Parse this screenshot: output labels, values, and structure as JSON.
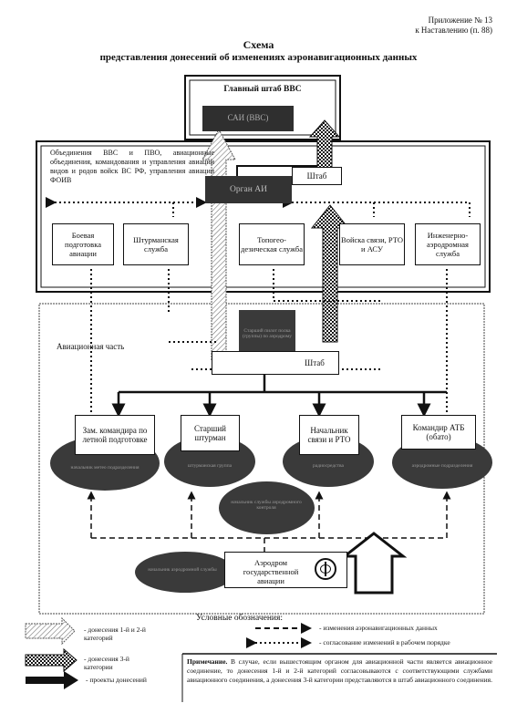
{
  "header": {
    "appendix": "Приложение № 13",
    "appendix_ref": "к Наставлению (п. 88)",
    "title": "Схема",
    "subtitle": "представления донесений об изменениях аэронавигационных данных"
  },
  "nodes": {
    "main_hq": "Главный штаб ВВС",
    "sai": "САИ (ВВС)",
    "assoc_text": "Объединения ВВС и ПВО, авиационные объединения, командования и управления авиации видов и родов войск ВС РФ, управления авиации ФОИВ",
    "organ_ai": "Орган АИ",
    "shtab_top": "Штаб",
    "combat": "Боевая подготовка авиации",
    "navigator_service": "Штурманская служба",
    "topo": "Топогео-дезическая служба",
    "signal_troops": "Войска связи, РТО и АСУ",
    "engineering": "Инженерно-аэродромная служба",
    "aviation_unit": "Авиационная часть",
    "senior_pilot_dark": "Старший пилот полка (группы) по аэродрому",
    "shtab_mid": "Штаб",
    "deputy": "Зам. командира по летной подготовке",
    "senior_nav": "Старший штурман",
    "chief_signal": "Начальник связи и РТО",
    "commander_atb": "Командир АТБ (обато)",
    "deputy_sub": "начальник метео подразделения",
    "nav_sub": "штурманская группа",
    "signal_sub": "радиосредства",
    "atb_sub": "аэродромные подразделения",
    "middle_oval": "начальник службы аэродромного контроля",
    "airfield_left": "начальник аэродромной службы",
    "airfield": "Аэродром государственной авиации"
  },
  "legend": {
    "title": "Условные обозначения:",
    "reports12": "- донесения 1-й и 2-й категорий",
    "reports3": "- донесения 3-й категории",
    "drafts": "- проекты донесений",
    "changes": "- изменения аэронавигационных данных",
    "coordination": "- согласование изменений в рабочем порядке"
  },
  "note": {
    "label": "Примечание.",
    "text": "В случае, если вышестоящим органом для авиационной части является авиационное соединение, то донесения 1-й и 2-й категорий согласовываются с соответствующими службами авиационного соединения, а донесения 3-й категории представляются в штаб авиационного соединения."
  }
}
